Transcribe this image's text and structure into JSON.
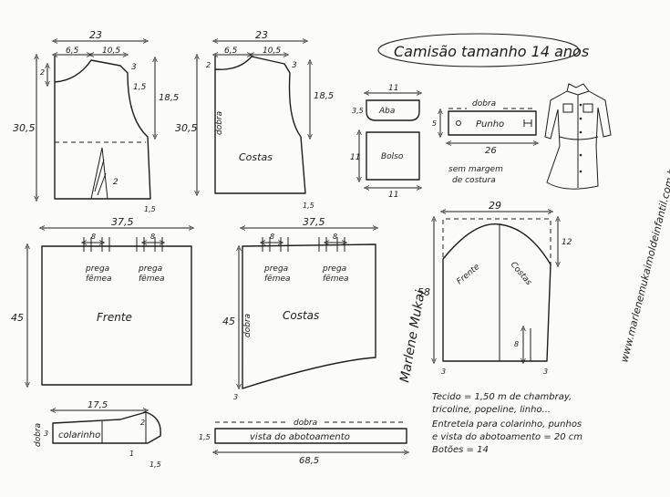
{
  "title": "Camisão tamanho 14 anos",
  "website": "www.marlenemukaimoldeinfantil.com.br",
  "signature": "Marlene Mukai",
  "pieces": {
    "front_top": {
      "width": "23",
      "w1": "6,5",
      "w2": "10,5",
      "drop": "2",
      "shoulder_drop": "3",
      "curve": "1,5",
      "armhole": "18,5",
      "height": "30,5",
      "dart": "2",
      "hem": "1,5"
    },
    "back_top": {
      "width": "23",
      "w1": "6,5",
      "w2": "10,5",
      "drop": "2",
      "shoulder_drop": "3",
      "armhole": "18,5",
      "height": "30,5",
      "fold": "dobra",
      "label": "Costas",
      "hem": "1,5"
    },
    "flap": {
      "width": "11",
      "height": "3,5",
      "label": "Aba"
    },
    "pocket": {
      "width": "11",
      "height": "11",
      "label": "Bolso",
      "bottom": "11"
    },
    "cuff": {
      "fold": "dobra",
      "height": "5",
      "label": "Punho",
      "width": "26",
      "note1": "sem margem",
      "note2": "de costura"
    },
    "front_skirt": {
      "width": "37,5",
      "m1": "8",
      "m2": "8",
      "pleat1": "prega",
      "pleat1b": "fêmea",
      "pleat2": "prega",
      "pleat2b": "fêmea",
      "label": "Frente",
      "height": "45"
    },
    "back_skirt": {
      "width": "37,5",
      "m1": "8",
      "m2": "8",
      "pleat1": "prega",
      "pleat1b": "fêmea",
      "pleat2": "prega",
      "pleat2b": "fêmea",
      "label": "Costas",
      "height": "45",
      "fold": "dobra",
      "hem": "3"
    },
    "sleeve": {
      "width": "29",
      "drop": "12",
      "front": "Frente",
      "back": "Costas",
      "height": "58",
      "slit": "8",
      "hem_l": "3",
      "hem_r": "3"
    },
    "collar": {
      "width": "17,5",
      "height": "3",
      "label": "colarinho",
      "fold": "dobra",
      "tip": "1",
      "tip2": "1,5",
      "small": "2"
    },
    "placket": {
      "fold": "dobra",
      "label": "vista do abotoamento",
      "height": "1,5",
      "width": "68,5"
    }
  },
  "notes": {
    "line1": "Tecido = 1,50 m de chambray,",
    "line2": "tricoline, popeline, linho...",
    "line3": "Entretela para colarinho, punhos",
    "line4": "e vista do abotoamento = 20 cm",
    "line5": "Botões = 14"
  },
  "icons": [
    "shirt-dress-sketch-icon"
  ]
}
